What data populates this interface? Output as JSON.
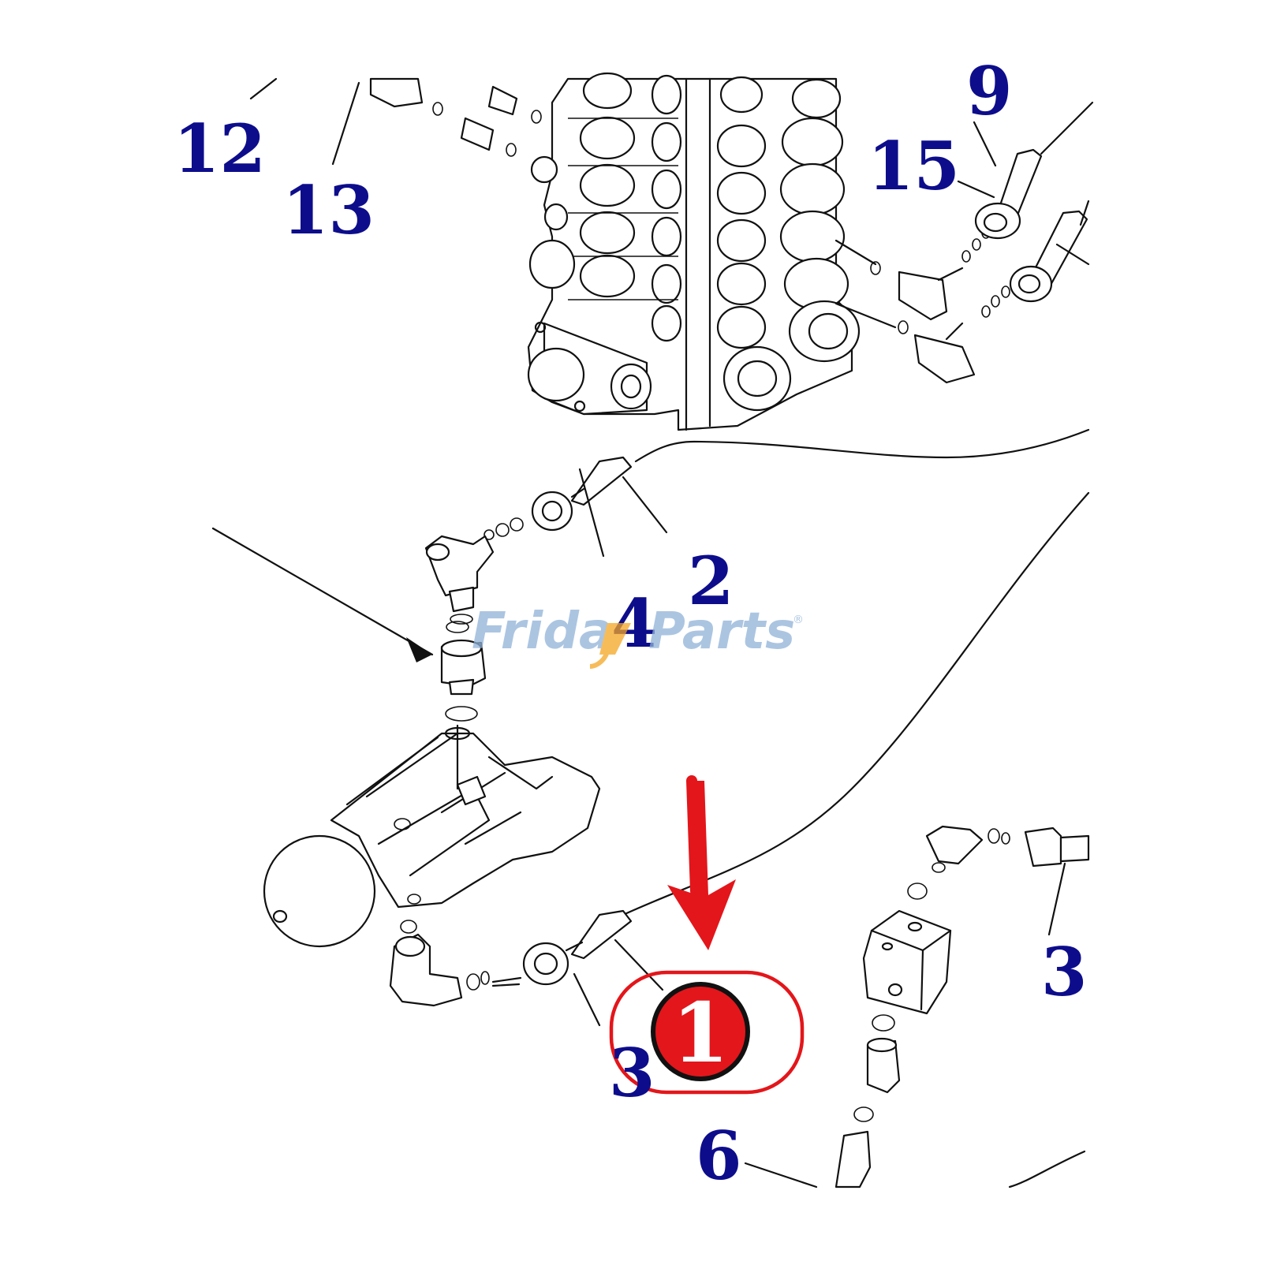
{
  "diagram": {
    "accent_callout_color": "#0d0d8c",
    "highlight_color": "#e3161b",
    "callouts": [
      {
        "id": "c12",
        "label": "12"
      },
      {
        "id": "c13",
        "label": "13"
      },
      {
        "id": "c9",
        "label": "9"
      },
      {
        "id": "c15",
        "label": "15"
      },
      {
        "id": "c2",
        "label": "2"
      },
      {
        "id": "c4",
        "label": "4"
      },
      {
        "id": "c3a",
        "label": "3"
      },
      {
        "id": "c3b",
        "label": "3"
      },
      {
        "id": "c6",
        "label": "6"
      }
    ],
    "highlight": {
      "label": "1"
    },
    "watermark": {
      "text_left": "Frida",
      "text_right": "Parts",
      "mark": "®"
    }
  }
}
